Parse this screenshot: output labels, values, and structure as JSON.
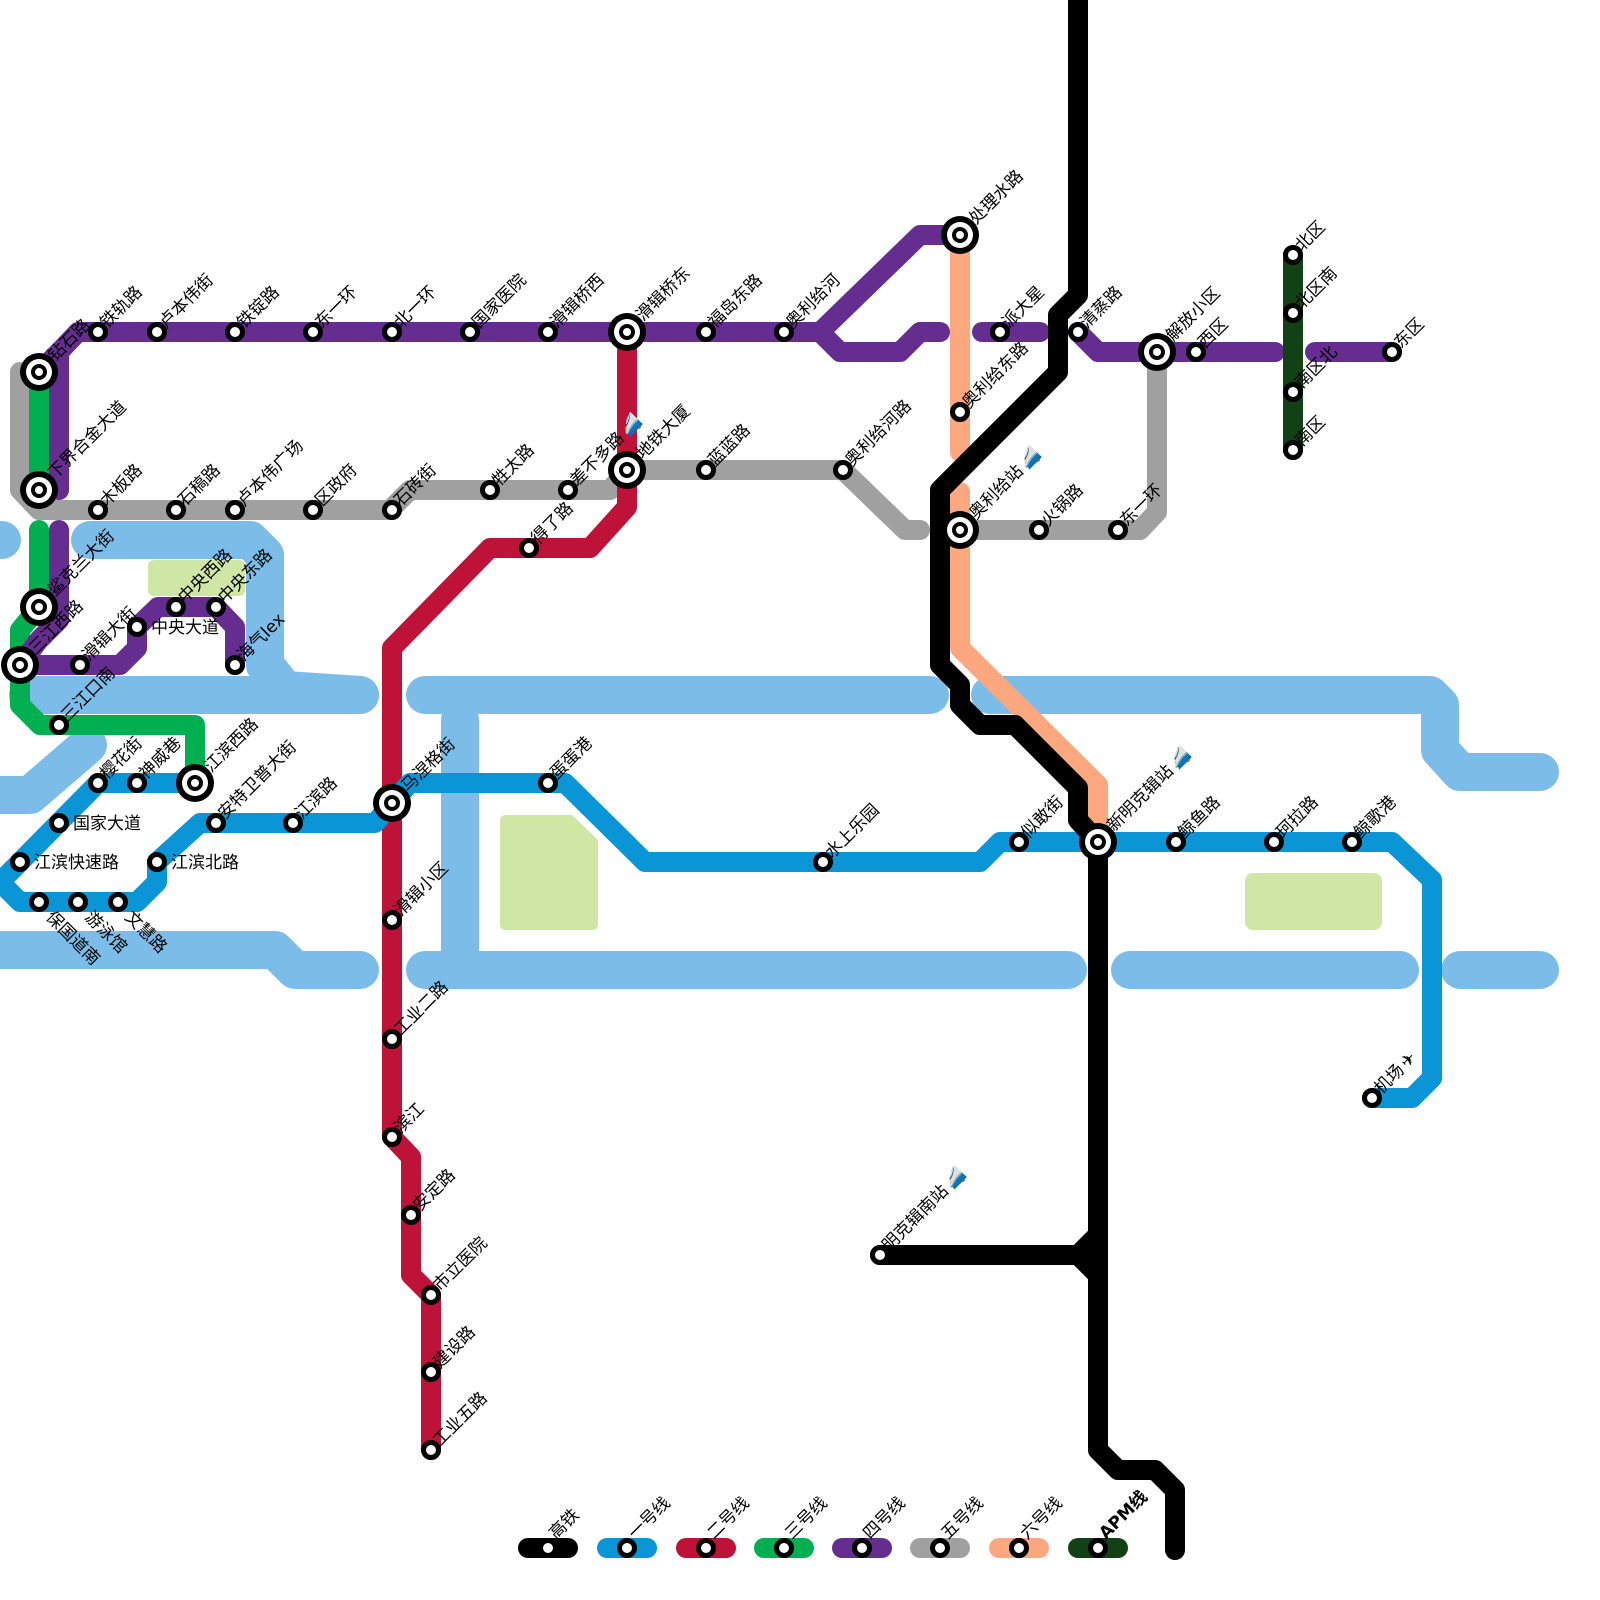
{
  "title": "",
  "colors": {
    "water": "#7bbde8",
    "park": "#d0e6a5"
  },
  "legend": [
    {
      "key": "hsr",
      "label": "高铁",
      "color": "#000000"
    },
    {
      "key": "l1",
      "label": "一号线",
      "color": "#0a96d6"
    },
    {
      "key": "l2",
      "label": "二号线",
      "color": "#be1238"
    },
    {
      "key": "l3",
      "label": "三号线",
      "color": "#00b050"
    },
    {
      "key": "l4",
      "label": "四号线",
      "color": "#662d91"
    },
    {
      "key": "l5",
      "label": "五号线",
      "color": "#a0a0a0"
    },
    {
      "key": "l6",
      "label": "六号线",
      "color": "#fca77e"
    },
    {
      "key": "apm",
      "label": "APM线",
      "color": "#124116"
    }
  ],
  "stations": [
    {
      "name": "钻石路",
      "type": "interchange"
    },
    {
      "name": "铁轨路",
      "type": "station"
    },
    {
      "name": "卢本伟街",
      "type": "station"
    },
    {
      "name": "铁锭路",
      "type": "station"
    },
    {
      "name": "东一环",
      "type": "station"
    },
    {
      "name": "北一环",
      "type": "station"
    },
    {
      "name": "国家医院",
      "type": "station"
    },
    {
      "name": "滑辑桥西",
      "type": "station"
    },
    {
      "name": "滑辑桥东",
      "type": "interchange"
    },
    {
      "name": "福岛东路",
      "type": "station"
    },
    {
      "name": "奥利给河",
      "type": "station"
    },
    {
      "name": "处理水路",
      "type": "interchange"
    },
    {
      "name": "派大星",
      "type": "station"
    },
    {
      "name": "清蒸路",
      "type": "station"
    },
    {
      "name": "解放小区",
      "type": "interchange"
    },
    {
      "name": "西区",
      "type": "station"
    },
    {
      "name": "东区",
      "type": "station"
    },
    {
      "name": "北区",
      "type": "station"
    },
    {
      "name": "北区南",
      "type": "station"
    },
    {
      "name": "南区北",
      "type": "station"
    },
    {
      "name": "南区",
      "type": "station"
    },
    {
      "name": "下界合金大道",
      "type": "interchange"
    },
    {
      "name": "木板路",
      "type": "station"
    },
    {
      "name": "石稿路",
      "type": "station"
    },
    {
      "name": "卢本伟广场",
      "type": "station"
    },
    {
      "name": "区政府",
      "type": "station"
    },
    {
      "name": "石砖街",
      "type": "station"
    },
    {
      "name": "牲太路",
      "type": "station"
    },
    {
      "name": "差不多路",
      "type": "station",
      "icon": "train-icon"
    },
    {
      "name": "地铁大厦",
      "type": "interchange"
    },
    {
      "name": "蓝蓝路",
      "type": "station"
    },
    {
      "name": "奥利给河路",
      "type": "station"
    },
    {
      "name": "奥利给站",
      "type": "interchange",
      "icon": "train-icon"
    },
    {
      "name": "火锅路",
      "type": "station"
    },
    {
      "name": "东一环",
      "type": "station"
    },
    {
      "name": "奥利给东路",
      "type": "station"
    },
    {
      "name": "得了路",
      "type": "station"
    },
    {
      "name": "马涅格街",
      "type": "interchange"
    },
    {
      "name": "滑辑小区",
      "type": "station"
    },
    {
      "name": "工业二路",
      "type": "station"
    },
    {
      "name": "滨江",
      "type": "station"
    },
    {
      "name": "安定路",
      "type": "station"
    },
    {
      "name": "市立医院",
      "type": "station"
    },
    {
      "name": "建设路",
      "type": "station"
    },
    {
      "name": "工业五路",
      "type": "station"
    },
    {
      "name": "鲨克兰大街",
      "type": "interchange"
    },
    {
      "name": "三江西路",
      "type": "interchange"
    },
    {
      "name": "滑辑大街",
      "type": "station"
    },
    {
      "name": "中央大道",
      "type": "station"
    },
    {
      "name": "中央西路",
      "type": "station"
    },
    {
      "name": "中央东路",
      "type": "station"
    },
    {
      "name": "海气lex",
      "type": "station"
    },
    {
      "name": "三江口南",
      "type": "station"
    },
    {
      "name": "江滨西路",
      "type": "interchange"
    },
    {
      "name": "樱花街",
      "type": "station"
    },
    {
      "name": "神威巷",
      "type": "station"
    },
    {
      "name": "国家大道",
      "type": "station"
    },
    {
      "name": "江滨快速路",
      "type": "station"
    },
    {
      "name": "江滨北路",
      "type": "station"
    },
    {
      "name": "安特卫普大街",
      "type": "station"
    },
    {
      "name": "江滨路",
      "type": "station"
    },
    {
      "name": "保国道南",
      "type": "station"
    },
    {
      "name": "游泳馆",
      "type": "station"
    },
    {
      "name": "文慧路",
      "type": "station"
    },
    {
      "name": "蛋蛋港",
      "type": "station"
    },
    {
      "name": "水上乐园",
      "type": "station"
    },
    {
      "name": "似敢街",
      "type": "station"
    },
    {
      "name": "新明克辑站",
      "type": "interchange",
      "icon": "train-icon"
    },
    {
      "name": "鲸鱼路",
      "type": "station"
    },
    {
      "name": "珂拉路",
      "type": "station"
    },
    {
      "name": "鲸歌港",
      "type": "station"
    },
    {
      "name": "机场",
      "type": "station",
      "icon": "airplane-icon"
    },
    {
      "name": "明克辑南站",
      "type": "station",
      "icon": "train-icon"
    }
  ]
}
